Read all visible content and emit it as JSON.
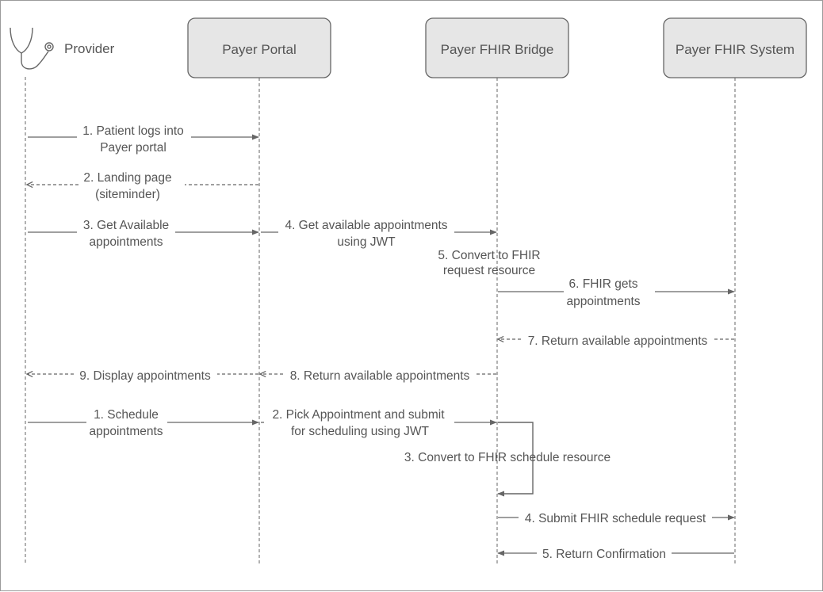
{
  "participants": [
    {
      "id": "provider",
      "label": "Provider",
      "icon": "stethoscope-icon"
    },
    {
      "id": "portal",
      "label": "Payer Portal"
    },
    {
      "id": "bridge",
      "label": "Payer FHIR Bridge"
    },
    {
      "id": "system",
      "label": "Payer FHIR System"
    }
  ],
  "messages": [
    {
      "from": "provider",
      "to": "portal",
      "lines": [
        "1. Patient logs into",
        "Payer portal"
      ],
      "style": "solid"
    },
    {
      "from": "portal",
      "to": "provider",
      "lines": [
        "2. Landing page",
        "(siteminder)"
      ],
      "style": "dashed"
    },
    {
      "from": "provider",
      "to": "portal",
      "lines": [
        "3. Get Available",
        "appointments"
      ],
      "style": "solid"
    },
    {
      "from": "portal",
      "to": "bridge",
      "lines": [
        "4. Get available appointments",
        "using JWT"
      ],
      "style": "solid"
    },
    {
      "from": "bridge",
      "to": "bridge",
      "lines": [
        "5. Convert to FHIR",
        "request resource"
      ],
      "style": "note"
    },
    {
      "from": "bridge",
      "to": "system",
      "lines": [
        "6. FHIR gets",
        "appointments"
      ],
      "style": "solid"
    },
    {
      "from": "system",
      "to": "bridge",
      "lines": [
        "7. Return available appointments"
      ],
      "style": "dashed"
    },
    {
      "from": "bridge",
      "to": "portal",
      "lines": [
        "8. Return available appointments"
      ],
      "style": "dashed"
    },
    {
      "from": "portal",
      "to": "provider",
      "lines": [
        "9. Display appointments"
      ],
      "style": "dashed"
    },
    {
      "from": "provider",
      "to": "portal",
      "lines": [
        "1. Schedule",
        "appointments"
      ],
      "style": "solid"
    },
    {
      "from": "portal",
      "to": "bridge",
      "lines": [
        "2. Pick Appointment and submit",
        "for scheduling using JWT"
      ],
      "style": "solid"
    },
    {
      "from": "bridge",
      "to": "bridge",
      "lines": [
        "3. Convert to FHIR schedule resource"
      ],
      "style": "self"
    },
    {
      "from": "bridge",
      "to": "system",
      "lines": [
        "4. Submit FHIR schedule request"
      ],
      "style": "solid"
    },
    {
      "from": "system",
      "to": "bridge",
      "lines": [
        "5. Return Confirmation"
      ],
      "style": "solid"
    }
  ],
  "colors": {
    "line": "#666666",
    "box_fill": "#e6e6e6",
    "box_stroke": "#666666",
    "text": "#555555"
  }
}
